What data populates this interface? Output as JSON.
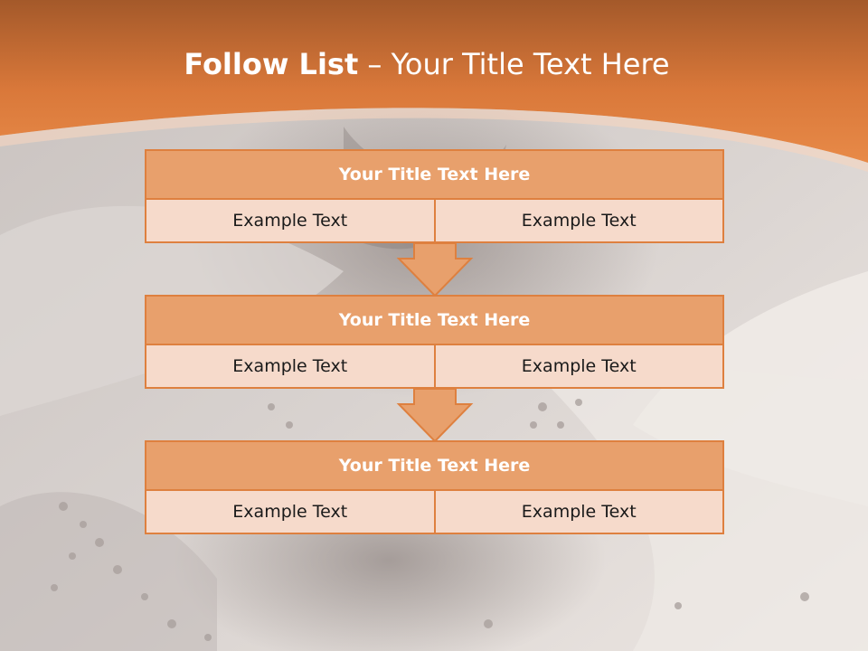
{
  "slide": {
    "title_bold": "Follow List",
    "title_rest": " – Your Title Text Here"
  },
  "colors": {
    "accent_orange": "#de803f",
    "header_orange": "#e8a06c",
    "cell_fill": "#f6dacb",
    "background": "#cfc9c6"
  },
  "blocks": [
    {
      "title": "Your Title Text Here",
      "left": "Example Text",
      "right": "Example Text"
    },
    {
      "title": "Your Title Text Here",
      "left": "Example Text",
      "right": "Example Text"
    },
    {
      "title": "Your Title Text Here",
      "left": "Example Text",
      "right": "Example Text"
    }
  ]
}
